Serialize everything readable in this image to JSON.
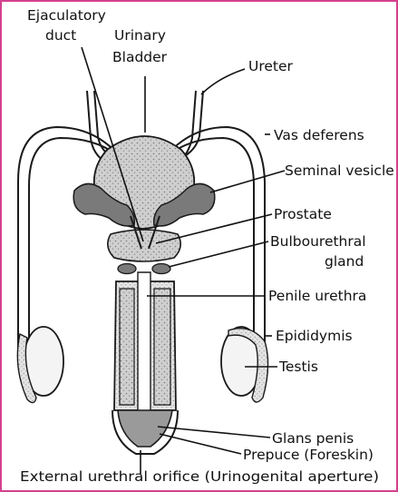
{
  "colors": {
    "border": "#d4418e",
    "bladder": "#bdbdbd",
    "gland": "#7a7a7a",
    "tissue": "#d9d9d9",
    "line": "#111111"
  },
  "labels": {
    "ejaculatory_duct_1": "Ejaculatory",
    "ejaculatory_duct_2": "duct",
    "urinary_bladder_1": "Urinary",
    "urinary_bladder_2": "Bladder",
    "ureter": "Ureter",
    "vas_deferens": "Vas deferens",
    "seminal_vesicle": "Seminal vesicle",
    "prostate": "Prostate",
    "bulbourethral_1": "Bulbourethral",
    "bulbourethral_2": "gland",
    "penile_urethra": "Penile urethra",
    "epididymis": "Epididymis",
    "testis": "Testis",
    "glans_penis": "Glans penis",
    "prepuce": "Prepuce (Foreskin)",
    "external_orifice": "External urethral orifice (Urinogenital aperture)"
  }
}
